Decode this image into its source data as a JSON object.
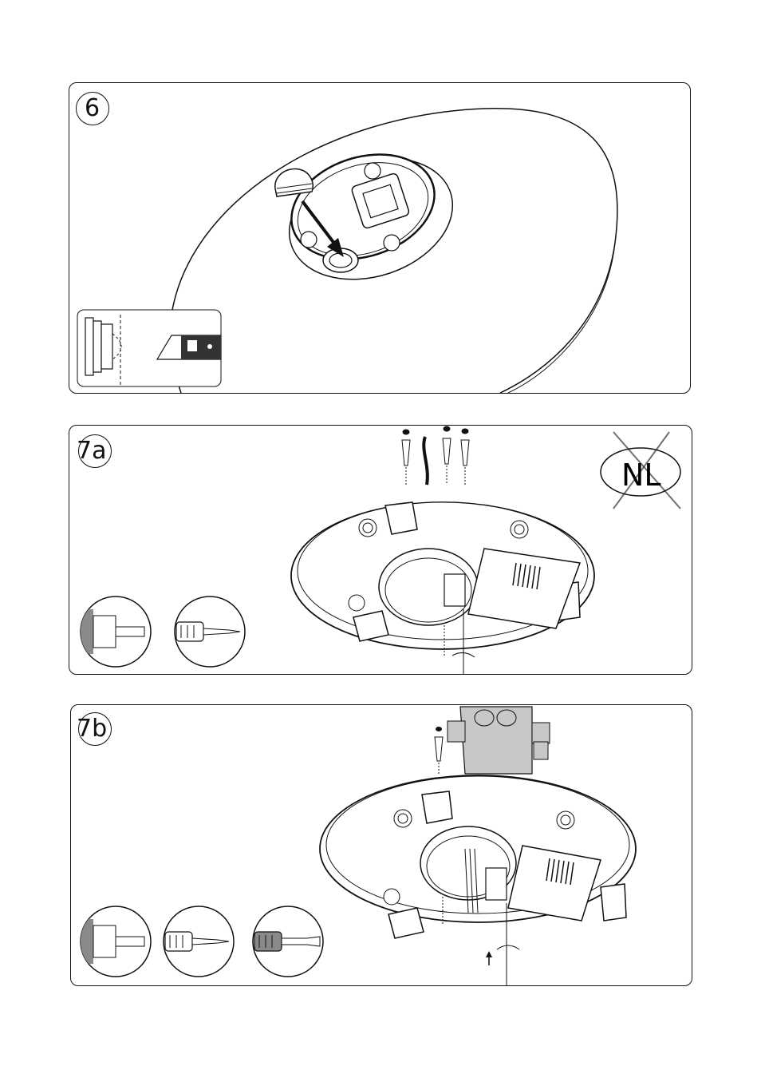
{
  "steps": [
    {
      "id": "step-6",
      "label": "6"
    },
    {
      "id": "step-7a",
      "label": "7a"
    },
    {
      "id": "step-7b",
      "label": "7b"
    }
  ],
  "nl_badge": {
    "text": "NL",
    "status": "not-applicable"
  },
  "tools_7a": [
    "drill-icon",
    "phillips-screwdriver-icon"
  ],
  "tools_7b": [
    "drill-icon",
    "phillips-screwdriver-icon",
    "flat-screwdriver-icon"
  ],
  "colors": {
    "line": "#111111",
    "tool_fill": "#8a8a8a",
    "junction_box": "#c8c8c8"
  }
}
